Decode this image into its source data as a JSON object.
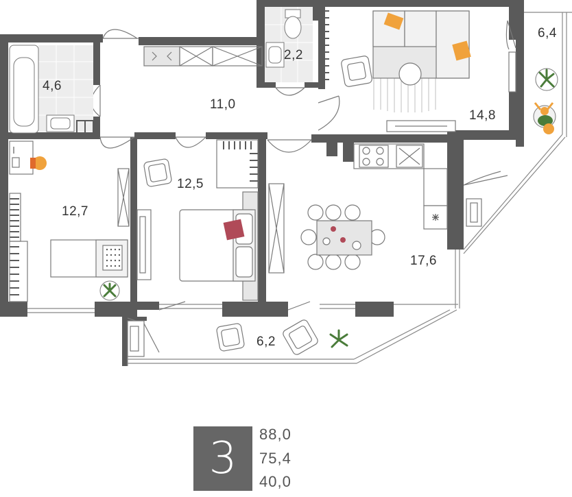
{
  "rooms": [
    {
      "id": "bathroom",
      "area": "4,6"
    },
    {
      "id": "hallway",
      "area": "11,0"
    },
    {
      "id": "wc",
      "area": "2,2"
    },
    {
      "id": "living-room",
      "area": "14,8"
    },
    {
      "id": "balcony-top",
      "area": "6,4"
    },
    {
      "id": "bedroom-left",
      "area": "12,7"
    },
    {
      "id": "bedroom-middle",
      "area": "12,5"
    },
    {
      "id": "kitchen",
      "area": "17,6"
    },
    {
      "id": "balcony-bottom",
      "area": "6,2"
    }
  ],
  "summary": {
    "rooms_count": "3",
    "total_area": "88,0",
    "living_area": "75,4",
    "secondary_area": "40,0"
  },
  "colors": {
    "wall": "#5a5a5a",
    "accent_orange": "#f0a23c",
    "accent_red": "#b04a58",
    "plant_green": "#4a7c3a",
    "furniture_line": "#888888",
    "tile": "#e6e6e6"
  }
}
